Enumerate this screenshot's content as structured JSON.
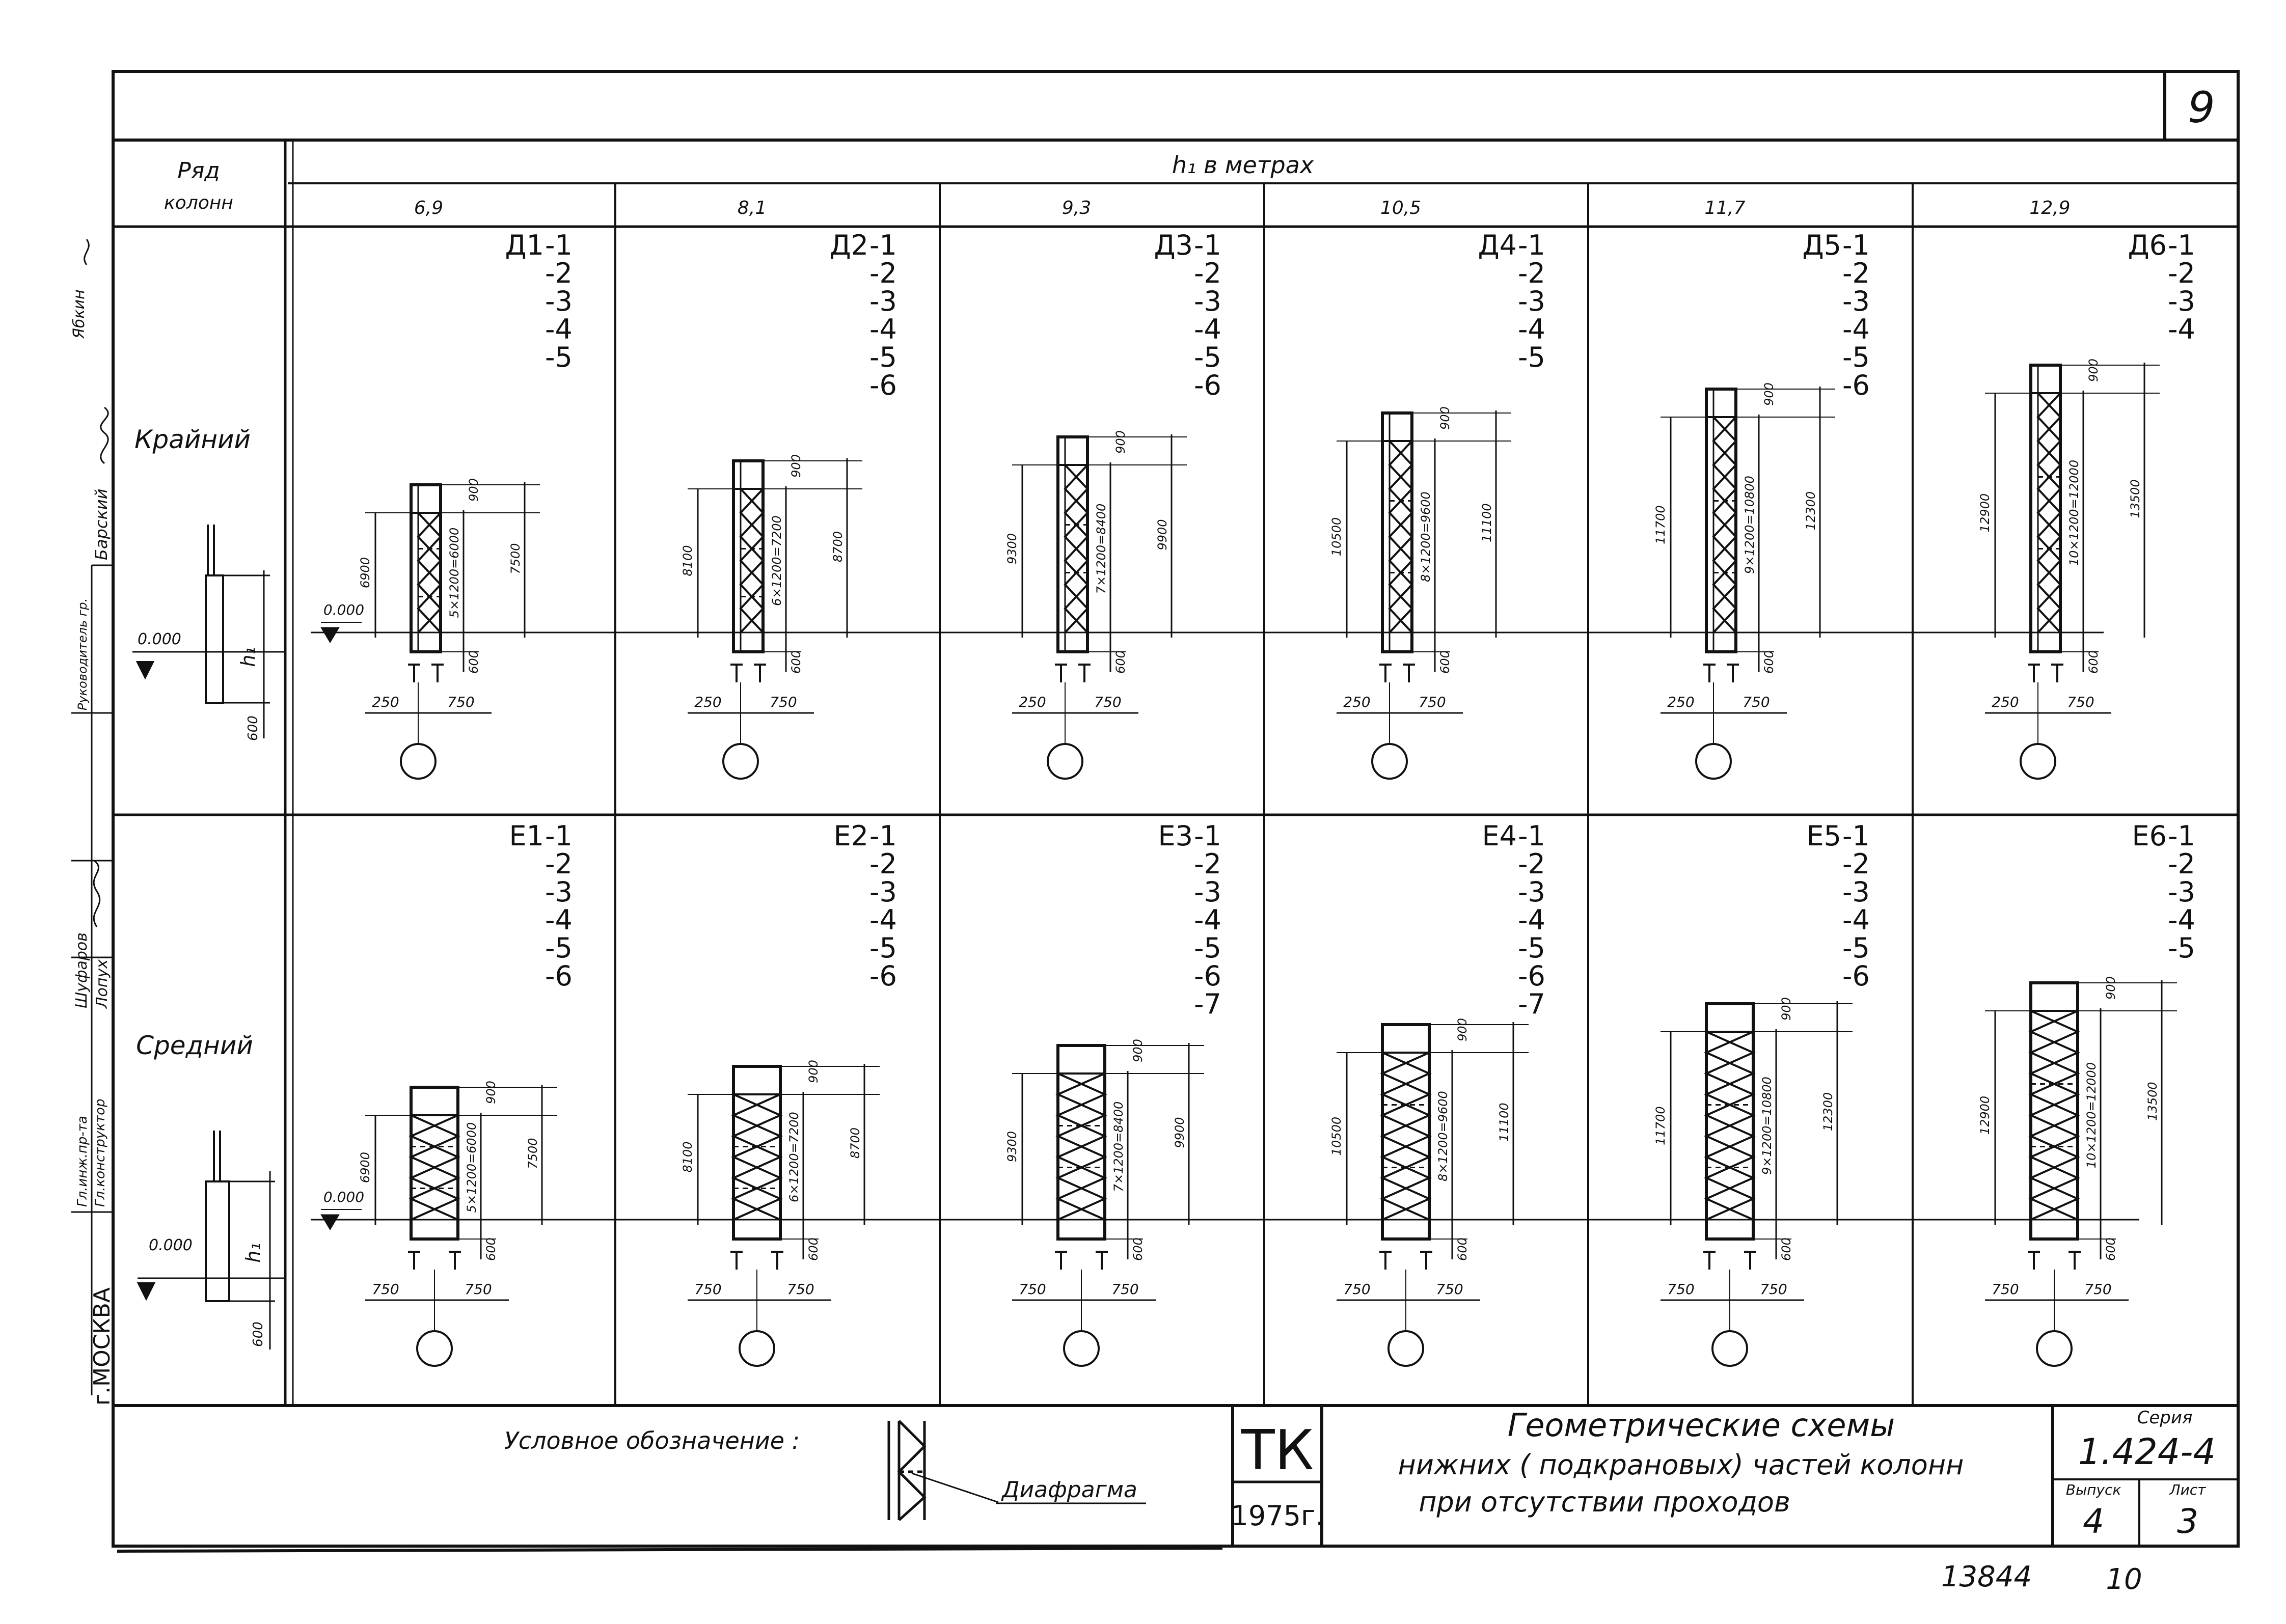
{
  "sheet": {
    "page_number": "9",
    "corner_label": "9",
    "header_row_label": "Ряд колонн",
    "header_row_label_line1": "Ряд",
    "header_row_label_line2": "колонн",
    "header_h_label": "h₁  в   метрах",
    "heights": [
      "6,9",
      "8,1",
      "9,3",
      "10,5",
      "11,7",
      "12,9"
    ],
    "rows": [
      {
        "name": "Крайний",
        "level": "0.000",
        "h_label": "h₁",
        "base": "600"
      },
      {
        "name": "Средний",
        "level": "0.000",
        "h_label": "h₁",
        "base": "600"
      }
    ]
  },
  "columns": {
    "edge": [
      {
        "id": "Д1",
        "marks": [
          "-1",
          "-2",
          "-3",
          "-4",
          "-5"
        ],
        "h": "6900",
        "top": "900",
        "mid": "5×1200=6000",
        "total": "7500",
        "base": "600",
        "left": "250",
        "right": "750",
        "level": "0.000"
      },
      {
        "id": "Д2",
        "marks": [
          "-1",
          "-2",
          "-3",
          "-4",
          "-5",
          "-6"
        ],
        "h": "8100",
        "top": "900",
        "mid": "6×1200=7200",
        "total": "8700",
        "base": "600",
        "left": "250",
        "right": "750"
      },
      {
        "id": "Д3",
        "marks": [
          "-1",
          "-2",
          "-3",
          "-4",
          "-5",
          "-6"
        ],
        "h": "9300",
        "top": "900",
        "mid": "7×1200=8400",
        "total": "9900",
        "base": "600",
        "left": "250",
        "right": "750"
      },
      {
        "id": "Д4",
        "marks": [
          "-1",
          "-2",
          "-3",
          "-4",
          "-5"
        ],
        "h": "10500",
        "top": "900",
        "mid": "8×1200=9600",
        "total": "11100",
        "base": "600",
        "left": "250",
        "right": "750"
      },
      {
        "id": "Д5",
        "marks": [
          "-1",
          "-2",
          "-3",
          "-4",
          "-5",
          "-6"
        ],
        "h": "11700",
        "top": "900",
        "mid": "9×1200=10800",
        "total": "12300",
        "base": "600",
        "left": "250",
        "right": "750"
      },
      {
        "id": "Д6",
        "marks": [
          "-1",
          "-2",
          "-3",
          "-4"
        ],
        "h": "12900",
        "top": "900",
        "mid": "10×1200=12000",
        "total": "13500",
        "base": "600",
        "left": "250",
        "right": "750"
      }
    ],
    "middle": [
      {
        "id": "Е1",
        "marks": [
          "-1",
          "-2",
          "-3",
          "-4",
          "-5",
          "-6"
        ],
        "h": "6900",
        "top": "900",
        "mid": "5×1200=6000",
        "total": "7500",
        "base": "600",
        "left": "750",
        "right": "750",
        "level": "0.000"
      },
      {
        "id": "Е2",
        "marks": [
          "-1",
          "-2",
          "-3",
          "-4",
          "-5",
          "-6"
        ],
        "h": "8100",
        "top": "900",
        "mid": "6×1200=7200",
        "total": "8700",
        "base": "600",
        "left": "750",
        "right": "750"
      },
      {
        "id": "Е3",
        "marks": [
          "-1",
          "-2",
          "-3",
          "-4",
          "-5",
          "-6",
          "-7"
        ],
        "h": "9300",
        "top": "900",
        "mid": "7×1200=8400",
        "total": "9900",
        "base": "600",
        "left": "750",
        "right": "750"
      },
      {
        "id": "Е4",
        "marks": [
          "-1",
          "-2",
          "-3",
          "-4",
          "-5",
          "-6",
          "-7"
        ],
        "h": "10500",
        "top": "900",
        "mid": "8×1200=9600",
        "total": "11100",
        "base": "600",
        "left": "750",
        "right": "750"
      },
      {
        "id": "Е5",
        "marks": [
          "-1",
          "-2",
          "-3",
          "-4",
          "-5",
          "-6"
        ],
        "h": "11700",
        "top": "900",
        "mid": "9×1200=10800",
        "total": "12300",
        "base": "600",
        "left": "750",
        "right": "750"
      },
      {
        "id": "Е6",
        "marks": [
          "-1",
          "-2",
          "-3",
          "-4",
          "-5"
        ],
        "h": "12900",
        "top": "900",
        "mid": "10×1200=12000",
        "total": "13500",
        "base": "600",
        "left": "750",
        "right": "750"
      }
    ]
  },
  "legend": {
    "label": "Условное   обозначение :",
    "item": "Диафрагма"
  },
  "title_block": {
    "org": "ТК",
    "year": "1975г.",
    "title_lines": [
      "Геометрические схемы",
      "нижних ( подкрановых) частей колонн",
      "при отсутствии проходов"
    ],
    "series_label": "Серия",
    "series": "1.424-4",
    "issue_label": "Выпуск",
    "issue": "4",
    "sheet_label": "Лист",
    "sheet": "3",
    "archive_no": "13844",
    "archive_sheet": "10"
  },
  "side_stamp": {
    "city": "г.МОСКВА",
    "lines": [
      "Гл.инж.пр-та",
      "Гл.конструктор",
      "Шуфаров",
      "Лопух",
      "Руководитель гр.",
      "Ябкин",
      "Барский"
    ],
    "sigs": [
      "[подпись]",
      "[подпись]",
      "[подпись]"
    ]
  },
  "colors": {
    "ink": "#111111",
    "paper": "#ffffff"
  }
}
